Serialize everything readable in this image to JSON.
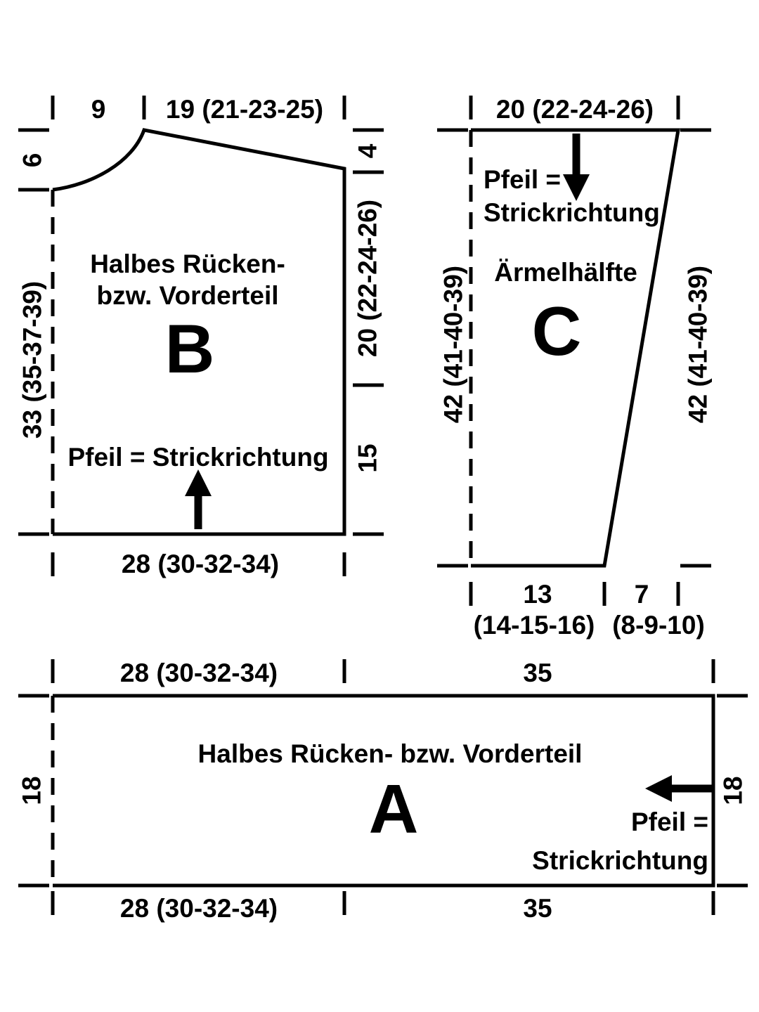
{
  "colors": {
    "ink": "#000000",
    "background": "#ffffff"
  },
  "piece_b": {
    "letter": "B",
    "name_line1": "Halbes Rücken-",
    "name_line2": "bzw. Vorderteil",
    "direction_note": "Pfeil = Strickrichtung",
    "dim_top_neck": "9",
    "dim_top_shoulder": "19 (21-23-25)",
    "dim_left_neck_depth": "6",
    "dim_left_height": "33 (35-37-39)",
    "dim_right_shoulder_drop": "4",
    "dim_right_armhole": "20 (22-24-26)",
    "dim_right_side": "15",
    "dim_bottom_width": "28 (30-32-34)"
  },
  "piece_c": {
    "letter": "C",
    "name": "Ärmelhälfte",
    "direction_note_line1": "Pfeil =",
    "direction_note_line2": "Strickrichtung",
    "dim_top_width": "20 (22-24-26)",
    "dim_left_height": "42 (41-40-39)",
    "dim_right_height": "42 (41-40-39)",
    "dim_bottom_cuff": "13",
    "dim_bottom_cuff_sizes": "(14-15-16)",
    "dim_bottom_slant": "7",
    "dim_bottom_slant_sizes": "(8-9-10)"
  },
  "piece_a": {
    "letter": "A",
    "name": "Halbes Rücken- bzw. Vorderteil",
    "direction_note_line1": "Pfeil =",
    "direction_note_line2": "Strickrichtung",
    "dim_top_left": "28 (30-32-34)",
    "dim_top_right": "35",
    "dim_left_height": "18",
    "dim_right_height": "18",
    "dim_bottom_left": "28 (30-32-34)",
    "dim_bottom_right": "35"
  }
}
